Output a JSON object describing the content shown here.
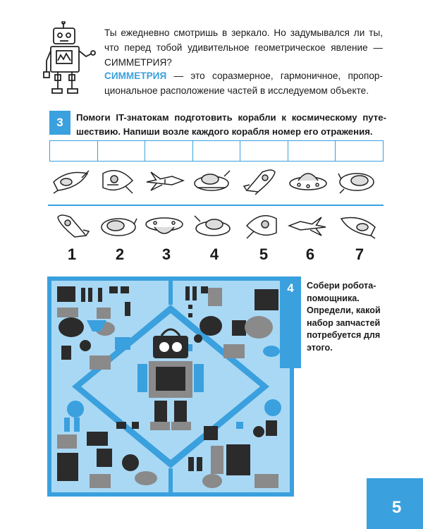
{
  "intro": {
    "text": "Ты ежедневно смотришь в зеркало. Но задумывался ли ты, что перед тобой удивительное геометрическое явле­ние — СИММЕТРИЯ?"
  },
  "definition": {
    "term": "СИММЕТРИЯ",
    "text": " — это соразмерное, гармоничное, пропор­циональное расположение частей в исследуемом объекте."
  },
  "task3": {
    "number": "3",
    "text": "Помоги IT-знатокам подготовить корабли к космическому путе­шествию. Напиши возле каждого корабля номер его отражения."
  },
  "answer_boxes": 7,
  "top_ships": [
    "rocket-ship-icon",
    "rocket-ship-icon",
    "space-shuttle-icon",
    "hover-ship-icon",
    "rocket-ship-icon",
    "flying-saucer-icon",
    "capsule-ship-icon"
  ],
  "bottom_ships": [
    "rocket-ship-icon",
    "capsule-ship-icon",
    "flying-saucer-icon",
    "hover-ship-icon",
    "rocket-ship-icon",
    "space-shuttle-icon",
    "capsule-ship-icon"
  ],
  "reflection_numbers": [
    "1",
    "2",
    "3",
    "4",
    "5",
    "6",
    "7"
  ],
  "task4": {
    "number": "4",
    "text": "Собери робота-помощника. Определи, какой набор запчастей потребуется для этого."
  },
  "page": {
    "number": "5"
  },
  "colors": {
    "accent": "#3aa0de",
    "dark": "#2b2b2b",
    "gray": "#8a8a8a",
    "light_blue": "#a9d8f4"
  }
}
